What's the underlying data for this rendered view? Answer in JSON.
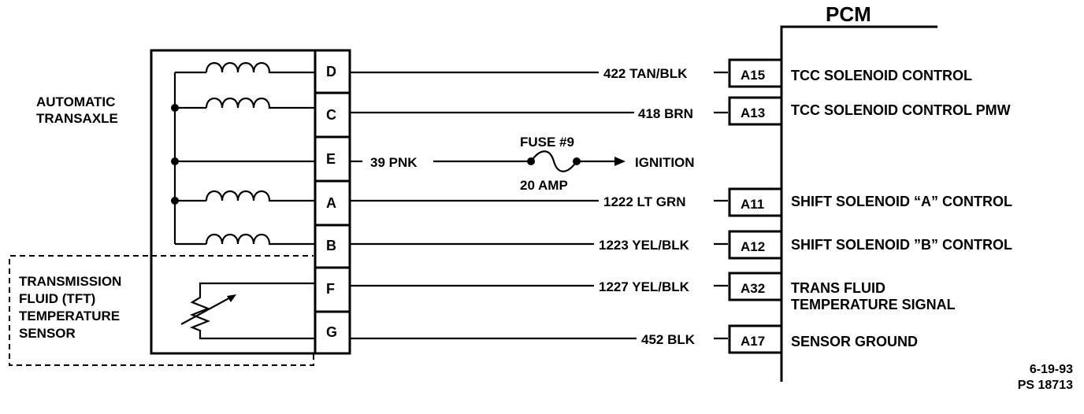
{
  "pcm": {
    "title": "PCM"
  },
  "transaxle": {
    "label_line1": "AUTOMATIC",
    "label_line2": "TRANSAXLE"
  },
  "tft": {
    "label_line1": "TRANSMISSION",
    "label_line2": "FLUID (TFT)",
    "label_line3": "TEMPERATURE",
    "label_line4": "SENSOR"
  },
  "pins": {
    "d": "D",
    "c": "C",
    "e": "E",
    "a": "A",
    "b": "B",
    "f": "F",
    "g": "G"
  },
  "wires": {
    "d": "422 TAN/BLK",
    "c": "418 BRN",
    "e": "39 PNK",
    "a": "1222 LT GRN",
    "b": "1223 YEL/BLK",
    "f": "1227 YEL/BLK",
    "g": "452 BLK"
  },
  "fuse": {
    "name": "FUSE #9",
    "rating": "20 AMP",
    "destination": "IGNITION"
  },
  "pcm_terminals": {
    "a15": "A15",
    "a13": "A13",
    "a11": "A11",
    "a12": "A12",
    "a32": "A32",
    "a17": "A17"
  },
  "functions": {
    "a15": "TCC SOLENOID CONTROL",
    "a13": "TCC SOLENOID CONTROL PMW",
    "a11": "SHIFT SOLENOID “A” CONTROL",
    "a12": "SHIFT SOLENOID ”B” CONTROL",
    "a32_line1": "TRANS FLUID",
    "a32_line2": "TEMPERATURE SIGNAL",
    "a17": "SENSOR GROUND"
  },
  "footer": {
    "date": "6-19-93",
    "ref": "PS 18713"
  }
}
